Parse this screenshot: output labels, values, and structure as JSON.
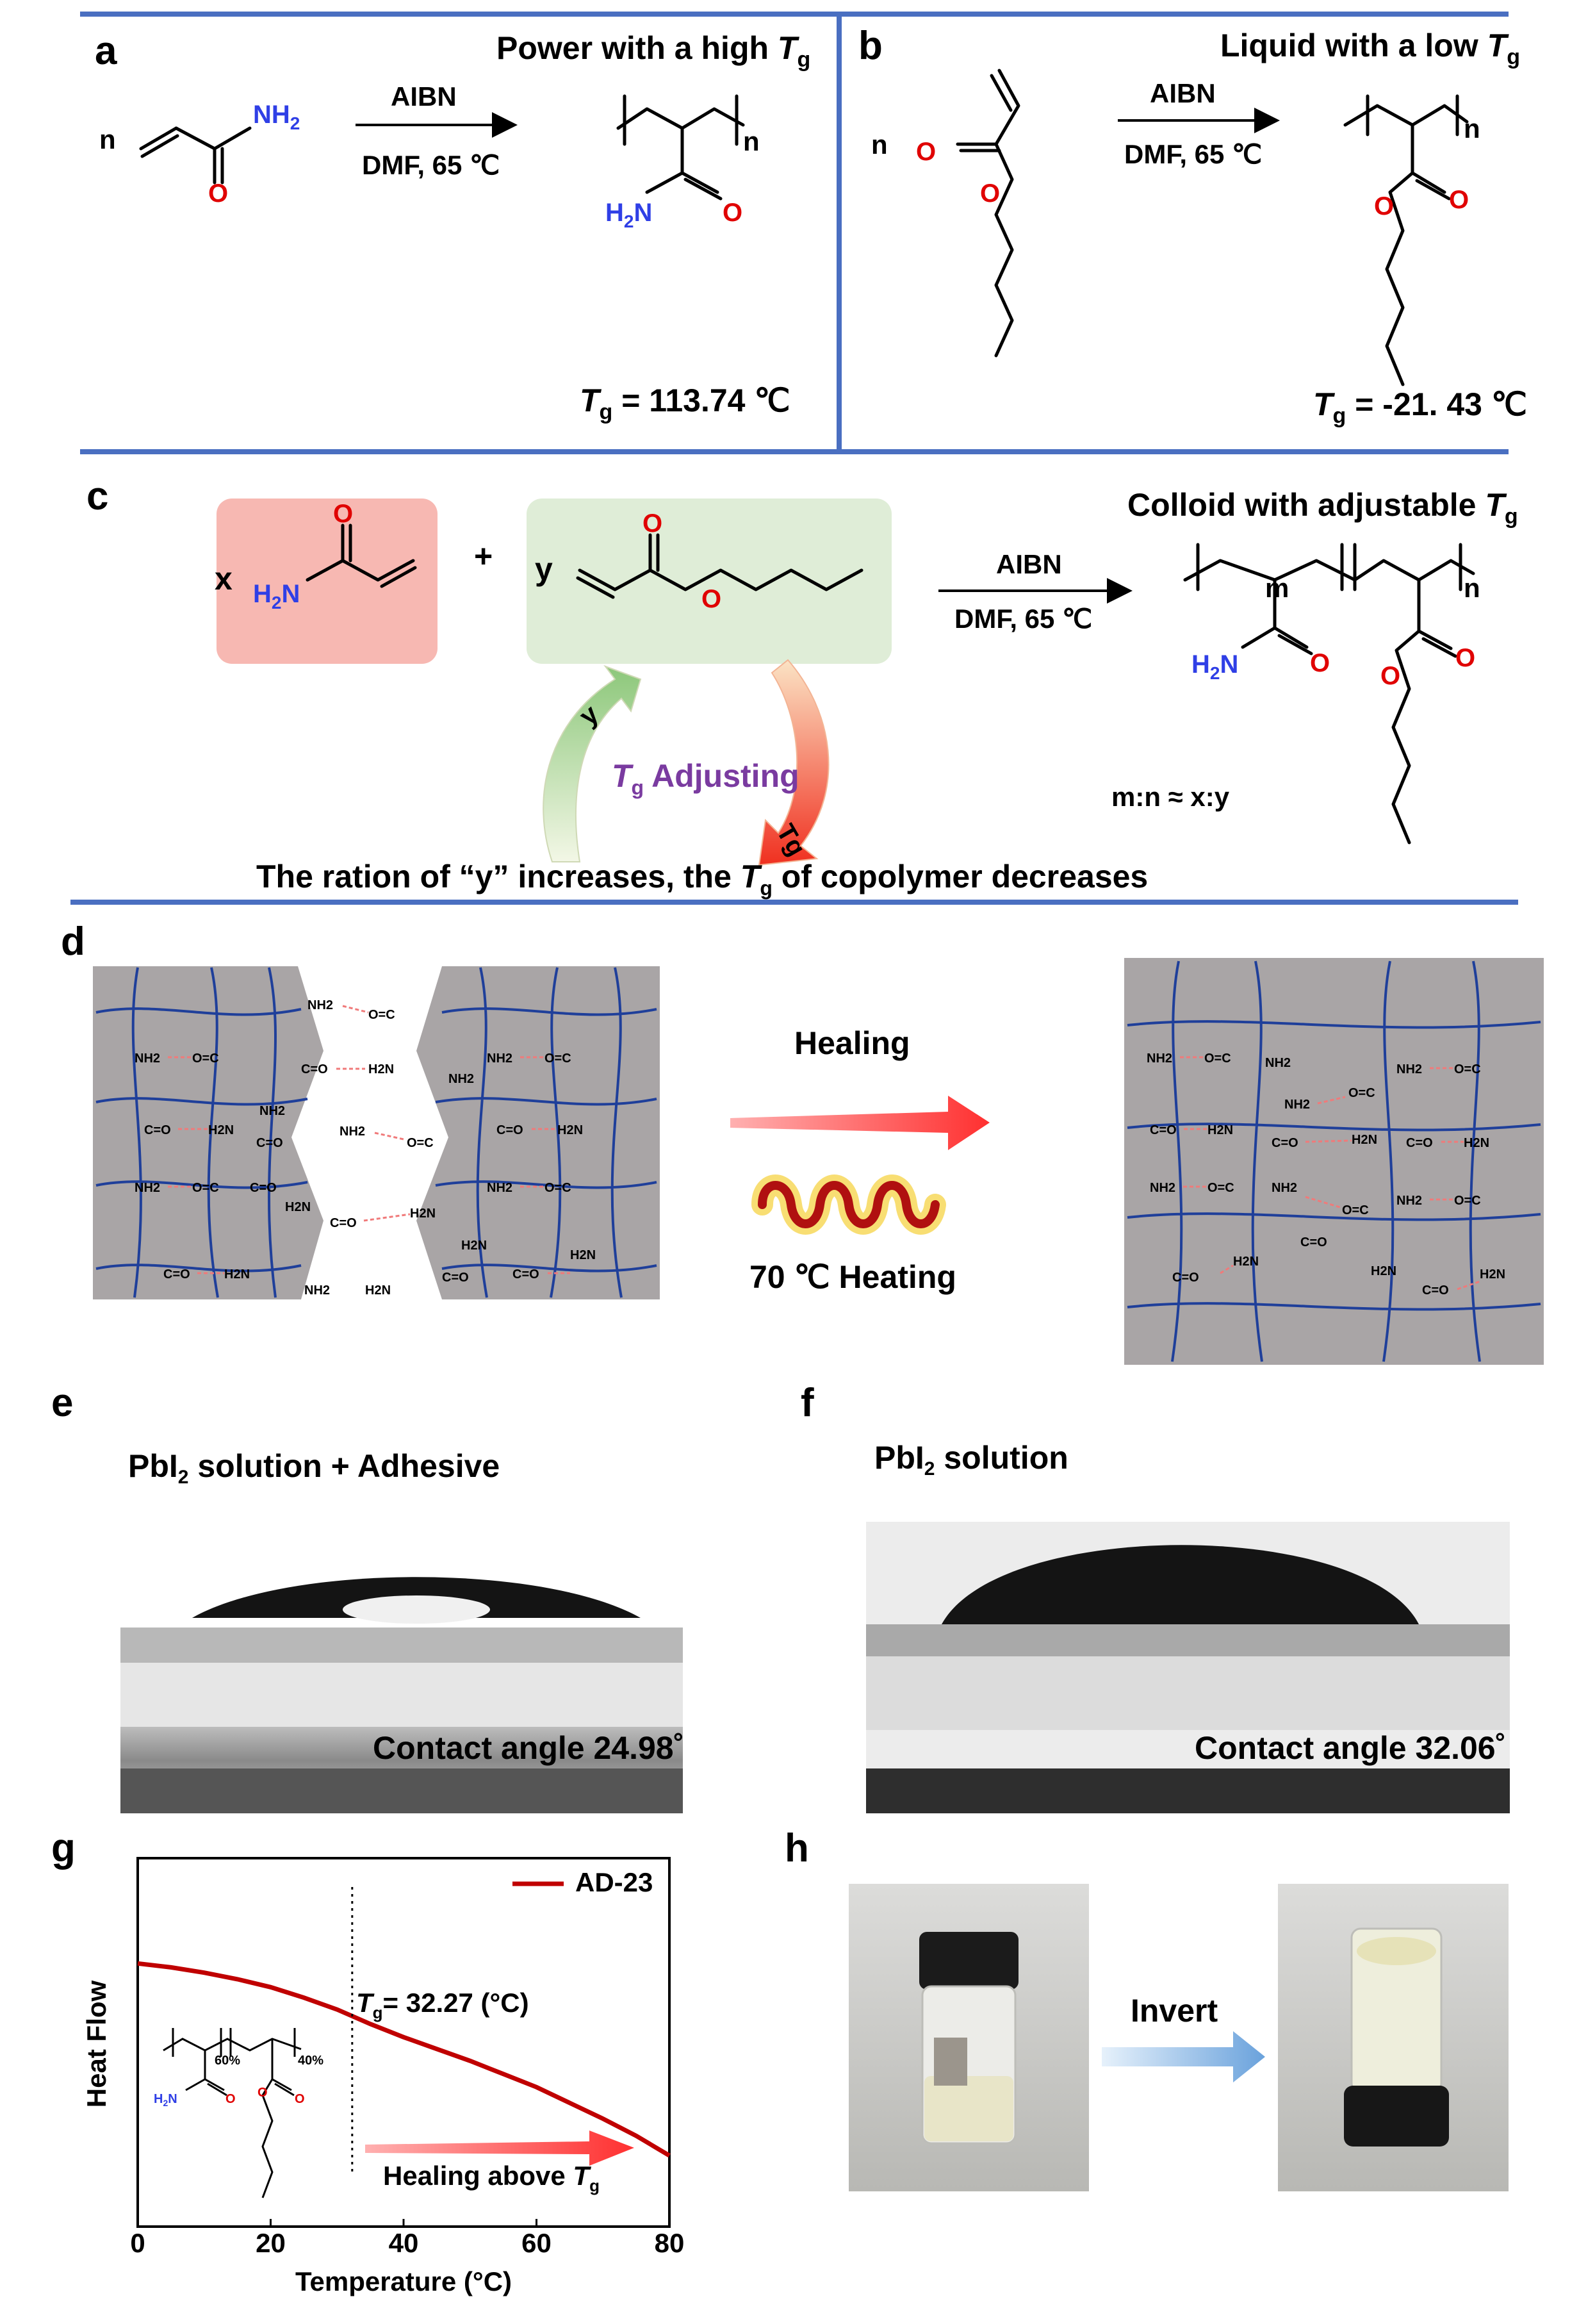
{
  "labels": {
    "a": "a",
    "b": "b",
    "c": "c",
    "d": "d",
    "e": "e",
    "f": "f",
    "g": "g",
    "h": "h"
  },
  "panel_a": {
    "title_pre": "Power with a high ",
    "title_T": "T",
    "title_sub": "g",
    "n": "n",
    "atom_nh2": "NH",
    "atom_nh2_sub": "2",
    "atom_o": "O",
    "reagent": "AIBN",
    "conditions": "DMF, 65 ℃",
    "product_h2n": "H",
    "product_h2n_sub": "2",
    "product_n": "N",
    "product_o": "O",
    "repeat": "n",
    "tg_T": "T",
    "tg_sub": "g",
    "tg_value": " = 113.74 ℃"
  },
  "panel_b": {
    "title_pre": "Liquid with a low ",
    "title_T": "T",
    "title_sub": "g",
    "n": "n",
    "atom_o": "O",
    "reagent": "AIBN",
    "conditions": "DMF, 65 ℃",
    "repeat": "n",
    "tg_T": "T",
    "tg_sub": "g",
    "tg_value": " = -21. 43 ℃"
  },
  "panel_c": {
    "title_pre": "Colloid with adjustable ",
    "title_T": "T",
    "title_sub": "g",
    "x": "x",
    "plus": "+",
    "y": "y",
    "h2n": "H",
    "h2n_sub": "2",
    "n_atom": "N",
    "o_atom": "O",
    "reagent": "AIBN",
    "conditions": "DMF, 65 ℃",
    "m": "m",
    "n": "n",
    "ratio": "m:n ≈ x:y",
    "adjust_T": "T",
    "adjust_sub": "g",
    "adjust_text": " Adjusting",
    "arrow_y": "y",
    "arrow_tg": "Tg",
    "caption_pre": "The ration of “y” increases, the ",
    "caption_T": "T",
    "caption_sub": "g",
    "caption_post": " of copolymer decreases"
  },
  "panel_d": {
    "healing": "Healing",
    "heating": "70 ℃ Heating",
    "nh2": "NH2",
    "h2n": "H2N",
    "co": "C=O",
    "oc": "O=C"
  },
  "panel_e": {
    "title_pre": "PbI",
    "title_sub": "2",
    "title_post": " solution + Adhesive",
    "contact": "Contact angle 24.98˚"
  },
  "panel_f": {
    "title_pre": "PbI",
    "title_sub": "2",
    "title_post": " solution",
    "contact": "Contact angle 32.06˚"
  },
  "panel_h": {
    "invert": "Invert"
  },
  "chart_data": {
    "type": "line",
    "xlabel": "Temperature (°C)",
    "ylabel": "Heat Flow",
    "xlim": [
      0,
      80
    ],
    "xticks": [
      0,
      20,
      40,
      60,
      80
    ],
    "series": [
      {
        "name": "AD-23",
        "color": "#c00000",
        "x": [
          0,
          5,
          10,
          15,
          20,
          25,
          30,
          32.27,
          35,
          40,
          45,
          50,
          55,
          60,
          65,
          70,
          75,
          80
        ],
        "y": [
          1.0,
          0.985,
          0.965,
          0.94,
          0.91,
          0.87,
          0.825,
          0.8,
          0.77,
          0.72,
          0.675,
          0.63,
          0.58,
          0.53,
          0.47,
          0.41,
          0.345,
          0.27
        ]
      }
    ],
    "annotations": {
      "tg_T": "T",
      "tg_sub": "g",
      "tg_value": "= 32.27 (°C)",
      "tg_x": 32.27,
      "healing_pre": "Healing above ",
      "healing_T": "T",
      "healing_sub": "g",
      "frac1": "60%",
      "frac2": "40%",
      "h2n": "H",
      "h2n_sub": "2",
      "n_atom": "N",
      "o_atom": "O"
    },
    "legend": "top-right"
  }
}
